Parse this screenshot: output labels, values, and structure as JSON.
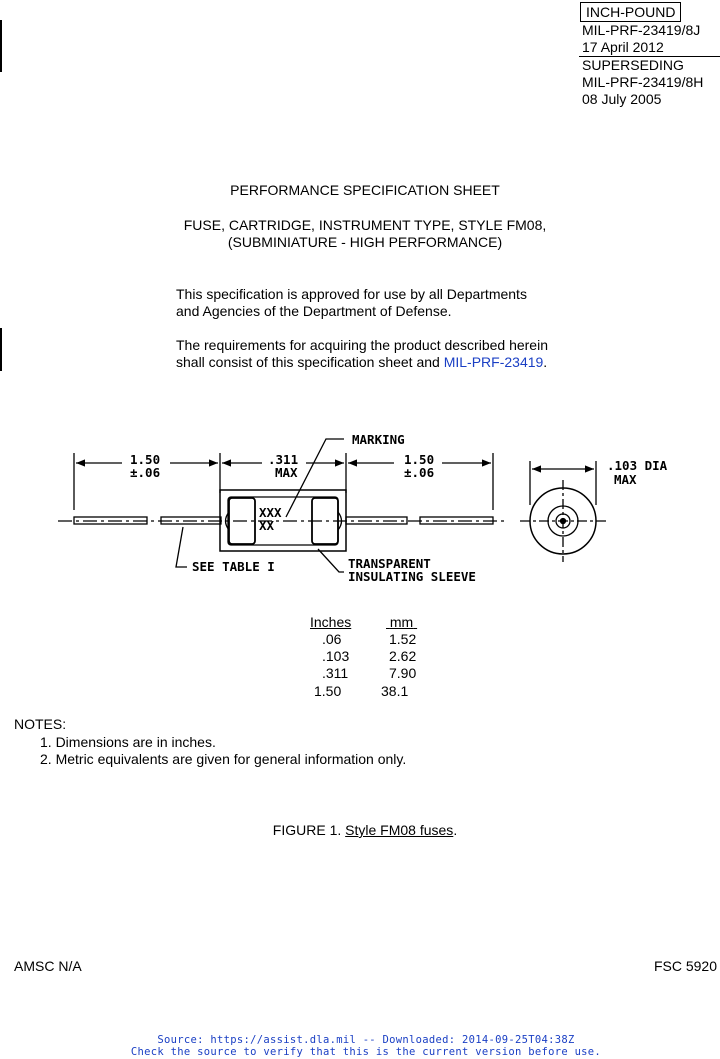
{
  "header": {
    "badge": "INCH-POUND",
    "doc_id": "MIL-PRF-23419/8J",
    "doc_date": "17 April 2012",
    "superseding_label": "SUPERSEDING",
    "superseded_id": "MIL-PRF-23419/8H",
    "superseded_date": "08 July 2005"
  },
  "title": {
    "sheet": "PERFORMANCE SPECIFICATION SHEET",
    "line1": "FUSE, CARTRIDGE, INSTRUMENT TYPE, STYLE FM08,",
    "line2": "(SUBMINIATURE - HIGH PERFORMANCE)"
  },
  "approval": {
    "line1": "This specification is approved for use by all Departments",
    "line2": "and Agencies of the Department of Defense."
  },
  "requirements": {
    "line1": "The requirements for acquiring the product described herein",
    "line2_prefix": "shall consist of this specification sheet and ",
    "link": "MIL-PRF-23419",
    "line2_suffix": "."
  },
  "drawing": {
    "left_dim": "1.50",
    "left_tol": "±.06",
    "mid_dim": ".311",
    "mid_tol": "MAX",
    "right_dim": "1.50",
    "right_tol": "±.06",
    "marking": "MARKING",
    "body_text1": "XXX",
    "body_text2": "XX",
    "see_table": "SEE TABLE I",
    "sleeve1": "TRANSPARENT",
    "sleeve2": "INSULATING SLEEVE",
    "dia1": ".103 DIA",
    "dia2": "MAX"
  },
  "conversion_table": {
    "headers": [
      "Inches",
      "mm"
    ],
    "rows": [
      [
        ".06",
        "1.52"
      ],
      [
        ".103",
        "2.62"
      ],
      [
        ".311",
        "7.90"
      ],
      [
        "1.50",
        "38.1"
      ]
    ]
  },
  "notes": {
    "heading": "NOTES:",
    "items": [
      "1.  Dimensions are in inches.",
      "2.  Metric equivalents are given for general information only."
    ]
  },
  "figure": {
    "prefix": "FIGURE 1.  ",
    "caption": "Style FM08 fuses",
    "suffix": "."
  },
  "bottom": {
    "amsc": "AMSC N/A",
    "fsc": "FSC 5920"
  },
  "footer": {
    "line1": "Source: https://assist.dla.mil -- Downloaded: 2014-09-25T04:38Z",
    "line2": "Check the source to verify that this is the current version before use."
  }
}
